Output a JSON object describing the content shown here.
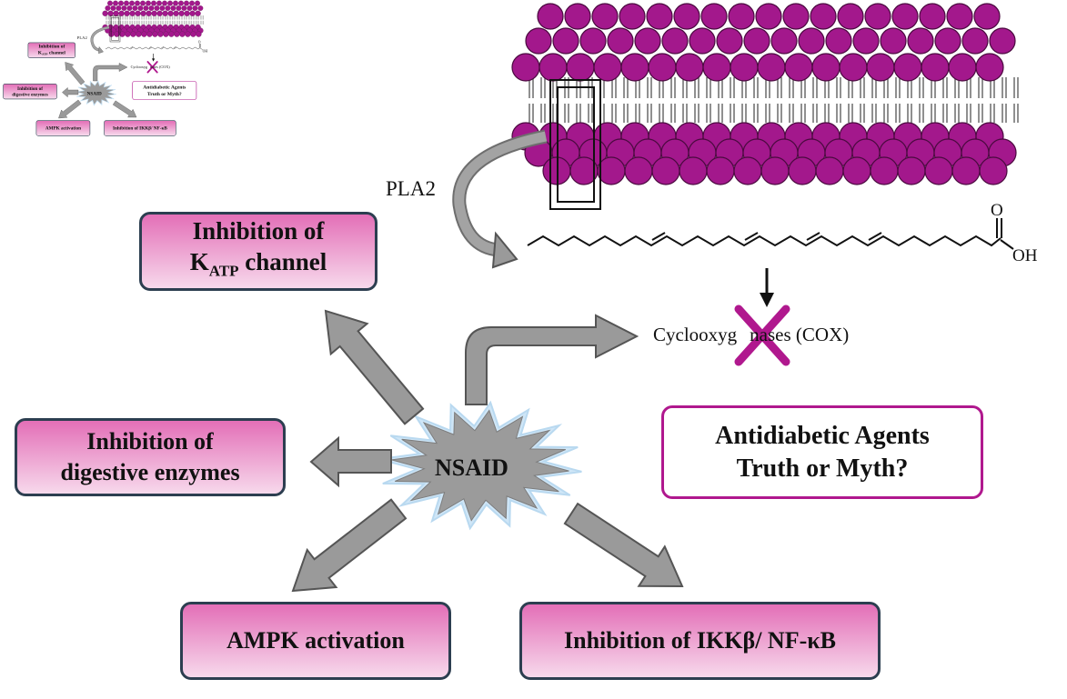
{
  "colors": {
    "lipid": "#a3188c",
    "lipid_edge": "#4a0a3f",
    "box_fill_top": "#e36fb7",
    "box_fill_bottom": "#f7d9ec",
    "box_border": "#2c3e50",
    "outline_border": "#b0188e",
    "arrow_fill": "#9a9a9a",
    "star_fill": "#9b9b9b",
    "star_glow": "#cfe6f7",
    "cross": "#b0188e"
  },
  "icons": [
    "lipid-bilayer-icon",
    "curved-arrow-icon",
    "fatty-acid-structure-icon",
    "cross-icon",
    "starburst-icon"
  ],
  "labels": {
    "pla2": "PLA2",
    "oxygen": "O",
    "hydroxyl": "OH",
    "cox_prefix": "Cyclooxyg",
    "cox_suffix": "nases (COX)"
  },
  "nsaid": "NSAID",
  "effects": {
    "katp": {
      "line1": "Inhibition of",
      "line2_main": "K",
      "line2_sub": "ATP",
      "line2_tail": " channel"
    },
    "digestive": {
      "line1": "Inhibition of",
      "line2": "digestive enzymes"
    },
    "ampk": "AMPK activation",
    "ikk": "Inhibition of IKKβ/ NF-κB"
  },
  "title_box": {
    "line1": "Antidiabetic Agents",
    "line2": "Truth or Myth?"
  }
}
